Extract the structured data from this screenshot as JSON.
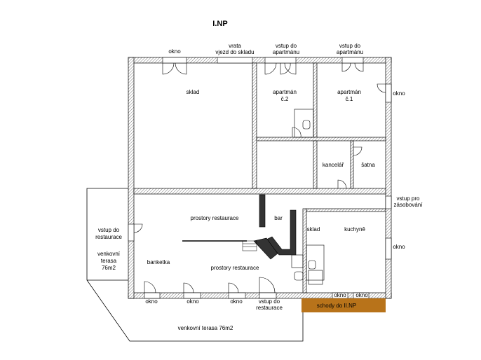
{
  "title": "I.NP",
  "colors": {
    "wall_hatch": "#777777",
    "bar_counter": "#333333",
    "stairs": "#b8731a",
    "line": "#000000"
  },
  "rooms": {
    "sklad_top": "sklad",
    "apartman2": [
      "apartmán",
      "č.2"
    ],
    "apartman1": [
      "apartmán",
      "č.1"
    ],
    "kancelar": "kancelář",
    "satna": "šatna",
    "prostory_restaurace_1": "prostory restaurace",
    "bar": "bar",
    "sklad_small": "sklad",
    "kuchyne": "kuchyně",
    "banketka": "banketka",
    "prostory_restaurace_2": "prostory restaurace"
  },
  "top_labels": {
    "okno": "okno",
    "vrata": [
      "vrata",
      "vjezd do skladu"
    ],
    "vstup_apt2": [
      "vstup do",
      "apartmánu"
    ],
    "vstup_apt1": [
      "vstup do",
      "apartmánu"
    ]
  },
  "right_labels": {
    "okno_1": "okno",
    "vstup_zasobovani": [
      "vstup pro",
      "zásobování"
    ],
    "okno_2": "okno"
  },
  "left_labels": {
    "vstup_restaurace": [
      "vstup do",
      "restaurace"
    ],
    "venkovni_terasa": [
      "venkovní",
      "terasa",
      "76m2"
    ]
  },
  "bottom_labels": {
    "okno_1": "okno",
    "okno_2": "okno",
    "okno_3": "okno",
    "vstup_restaurace": [
      "vstup do",
      "restaurace"
    ],
    "okno_4": "okno",
    "okno_5": "okno",
    "schody": "schody do II.NP",
    "terasa": "venkovní terasa 76m2"
  }
}
